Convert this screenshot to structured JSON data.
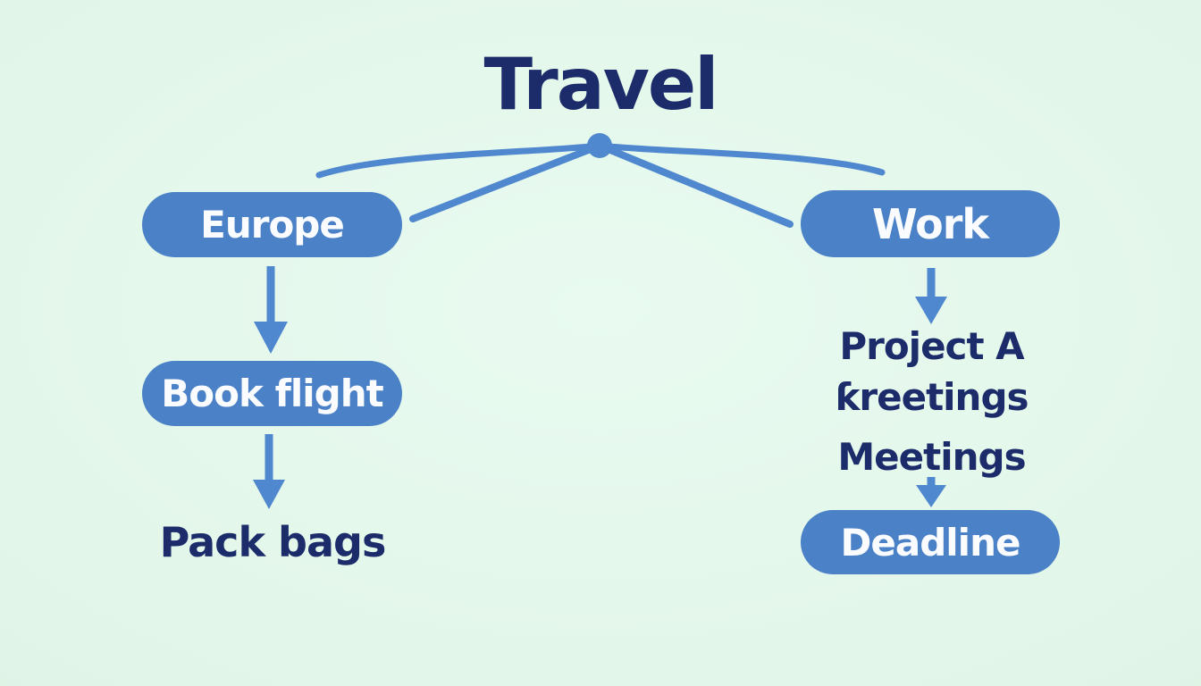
{
  "title": "Travel",
  "colors": {
    "background_mint": "#e1f5e8",
    "pill_blue": "#4b81c7",
    "line_blue": "#4f88cf",
    "navy_text": "#1c2c6a",
    "pill_text": "#fafcff"
  },
  "left_branch": {
    "nodes": [
      {
        "label": "Europe",
        "style": "pill"
      },
      {
        "label": "Book flight",
        "style": "pill"
      },
      {
        "label": "Pack bags",
        "style": "text"
      }
    ]
  },
  "right_branch": {
    "nodes": [
      {
        "label": "Work",
        "style": "pill"
      },
      {
        "label": "Project A",
        "style": "text"
      },
      {
        "label": "ƙreetings",
        "style": "text"
      },
      {
        "label": "Meetings",
        "style": "text"
      },
      {
        "label": "Deadline",
        "style": "pill"
      }
    ]
  }
}
